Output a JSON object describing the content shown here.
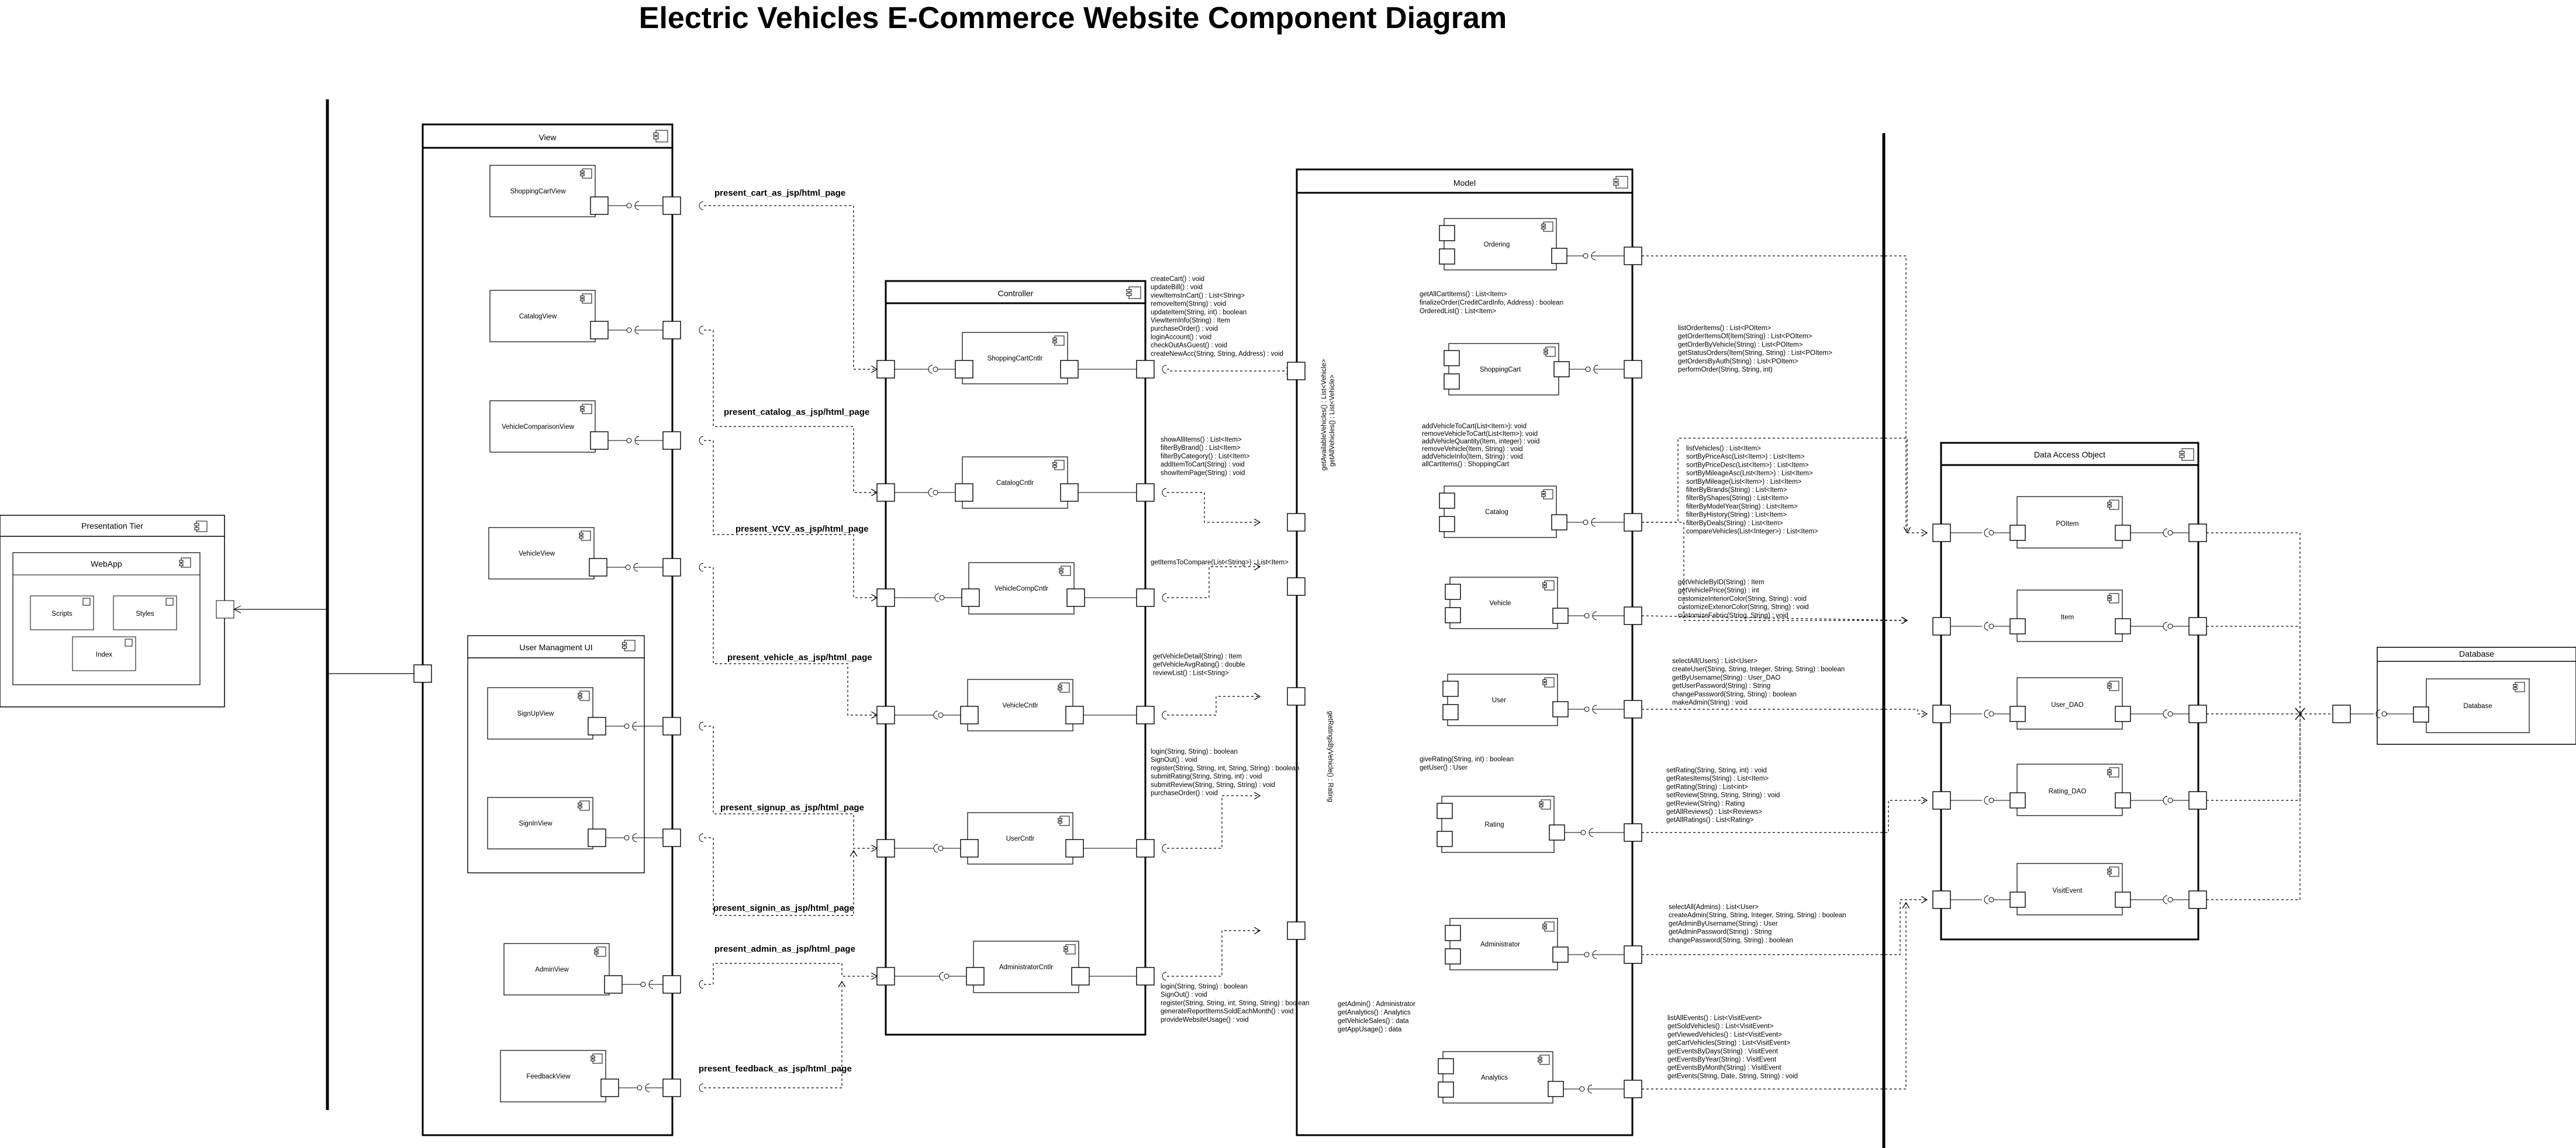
{
  "title": "Electric Vehicles E-Commerce Website Component Diagram",
  "presentation_tier": {
    "name": "Presentation Tier",
    "webapp": {
      "name": "WebApp",
      "items": [
        "Scripts",
        "Styles",
        "Index"
      ]
    }
  },
  "view": {
    "name": "View",
    "components": [
      "ShoppingCartView",
      "CatalogView",
      "VehicleComparisonView",
      "VehicleView",
      "SignUpView",
      "SignInView",
      "AdminView",
      "FeedbackView"
    ],
    "user_management": "User Managment UI"
  },
  "view_links": [
    "present_cart_as_jsp/html_page",
    "present_catalog_as_jsp/html_page",
    "present_VCV_as_jsp/html_page",
    "present_vehicle_as_jsp/html_page",
    "present_signup_as_jsp/html_page",
    "present_signin_as_jsp/html_page",
    "present_admin_as_jsp/html_page",
    "present_feedback_as_jsp/html_page"
  ],
  "controller": {
    "name": "Controller",
    "components": [
      "ShoppingCartCntlr",
      "CatalogCntlr",
      "VehicleCompCntlr",
      "VehicleCntlr",
      "UserCntlr",
      "AdministratorCntlr"
    ]
  },
  "controller_ops": [
    [
      "createCart() : void",
      "updateBill() : void",
      "viewItemsInCart() : List<String>",
      "removeItem(String) : void",
      "updateItem(String, int) : boolean",
      "ViewItemInfo(String) : Item",
      "purchaseOrder() : void",
      "loginAccount() : void",
      "checkOutAsGuest() : void",
      "createNewAcc(String, String, Address) : void"
    ],
    [
      "showAllItems() : List<Item>",
      "filterByBrand() : List<Item>",
      "filterByCategory() : List<Item>",
      "addItemToCart(String) : void",
      "showItemPage(String) : void"
    ],
    [
      "getItemsToCompare(List<String>) : List<Item>"
    ],
    [
      "getVehicleDetail(String) : Item",
      "getVehicleAvgRating() : double",
      "reviewList() : List<String>"
    ],
    [
      "login(String, String) : boolean",
      "SignOut() : void",
      "register(String, String, int, String, String) : boolean",
      "submitRating(String, String, int) : void",
      "submitReview(String, String, String) : void",
      "purchaseOrder() : void"
    ],
    [
      "login(String, String) : boolean",
      "SignOut() : void",
      "register(String, String, int, String, String) : boolean",
      "generateReportItemsSoldEachMonth() : void",
      "provideWebsiteUsage() : void"
    ]
  ],
  "model": {
    "name": "Model",
    "components": [
      "Ordering",
      "ShoppingCart",
      "Catalog",
      "Vehicle",
      "User",
      "Rating",
      "Administrator",
      "Analytics"
    ]
  },
  "model_internal_ops": [
    [
      "getAllCartItems() : List<Item>",
      "finalizeOrder(CreditCardInfo, Address) : boolean",
      "OrderedList() : List<Item>"
    ],
    [
      "addVehicleToCart(List<Item>): void",
      "removeVehicleToCart(List<Item>): void",
      "addVehicleQuantity(Item, integer) : void",
      "removeVehicle(Item, String) : void",
      "addVehicleInfo(Item, String) : void",
      "allCartItems() : ShoppingCart"
    ],
    [
      "giveRating(String, int) : boolean",
      "getUser() : User"
    ],
    [
      "getAdmin() : Administrator",
      "getAnalytics() : Analytics",
      "getVehicleSales() : data",
      "getAppUsage() : data"
    ]
  ],
  "model_vertical_labels": [
    "getAvailableVehicles() : List<Vehicle>",
    "getAllVehicles() : List<Vehicle>",
    "getRatingsByVehicle() : Rating"
  ],
  "dao_ops": [
    [
      "listOrderItems() : List<POItem>",
      "getOrderItemsOf(Item(String) : List<POItem>",
      "getOrderByVehicle(String) : List<POItem>",
      "getStatusOrders(Item(String, String) : List<POItem>",
      "getOrdersByAuth(String) : List<POItem>",
      "performOrder(String, String, int)"
    ],
    [
      "listVehicles() : List<Item>",
      "sortByPriceAsc(List<Item>) : List<Item>",
      "sortByPriceDesc(List<Item>) : List<Item>",
      "sortByMileageAsc(List<Item>) : List<Item>",
      "sortByMileage(List<Item>) : List<Item>",
      "filterByBrands(String) : List<Item>",
      "filterByShapes(String) : List<Item>",
      "filterByModelYear(String) : List<Item>",
      "filterByHistory(String) : List<Item>",
      "filterByDeals(String) : List<Item>",
      "compareVehicles(List<Integer>) : List<Item>"
    ],
    [
      "getVehicleByID(String) : Item",
      "getVehiclePrice(String) : int",
      "customizeInteriorColor(String, String) : void",
      "customizeExteriorColor(String, String) : void",
      "customizeFabric(String, String) : void"
    ],
    [
      "selectAll(Users) : List<User>",
      "createUser(String, String, Integer, String, String) : boolean",
      "getByUsername(String) : User_DAO",
      "getUserPassword(String) : String",
      "changePassword(String, String) : boolean",
      "makeAdmin(String) : void"
    ],
    [
      "setRating(String, String, int) : void",
      "getRatesItems(String) : List<Item>",
      "getRating(String) : List<int>",
      "setReview(String, String, String) : void",
      "getReview(String) : Rating",
      "getAllReviews() : List<Reviews>",
      "getAllRatings() : List<Rating>"
    ],
    [
      "selectAll(Admins) : List<User>",
      "createAdmin(String, String, Integer, String, String) : boolean",
      "getAdminByUsername(String) : User",
      "getAdminPassword(String) : String",
      "changePassword(String, String) : boolean"
    ],
    [
      "listAllEvents() : List<VisitEvent>",
      "getSoldVehicles() : List<VisitEvent>",
      "getViewedVehicles() : List<VisitEvent>",
      "getCartVehicles(String) : List<VisitEvent>",
      "getEventsByDays(String) : VisitEvent",
      "getEventsByYear(String) : VisitEvent",
      "getEventsByMonth(String) : VisitEvent",
      "getEvents(String, Date, String, String) : void"
    ]
  ],
  "dao": {
    "name": "Data Access Object",
    "components": [
      "POItem",
      "Item",
      "User_DAO",
      "Rating_DAO",
      "VisitEvent"
    ]
  },
  "database": {
    "name": "Database",
    "inner": "Database"
  }
}
